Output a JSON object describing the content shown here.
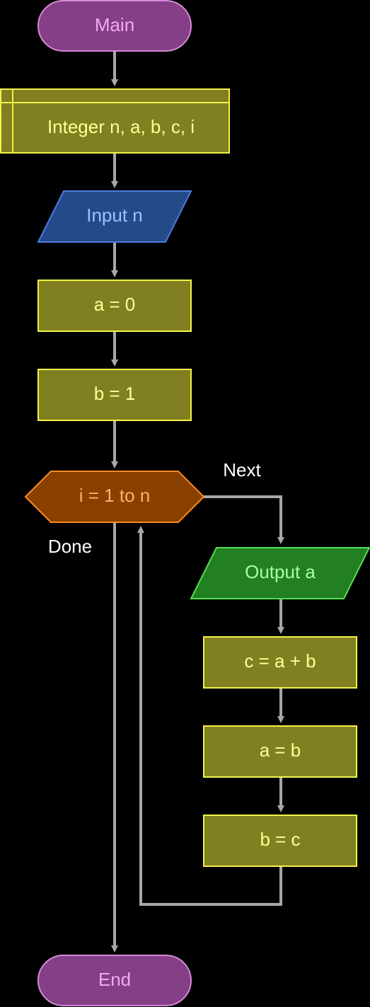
{
  "flowchart": {
    "start": "Main",
    "declare": "Integer n, a, b, c, i",
    "input": "Input n",
    "assign_a": "a = 0",
    "assign_b": "b = 1",
    "loop": "i = 1 to n",
    "next_label": "Next",
    "done_label": "Done",
    "output": "Output a",
    "assign_c": "c = a + b",
    "assign_a2": "a = b",
    "assign_b2": "b = c",
    "end": "End"
  },
  "colors": {
    "background": "#000000",
    "terminal_fill": "#843f86",
    "terminal_stroke": "#d68ad8",
    "terminal_text": "#f2a8f2",
    "process_fill": "#808020",
    "process_stroke": "#f2f24a",
    "process_text": "#ffff99",
    "input_fill": "#244a8a",
    "input_stroke": "#4f7ae0",
    "input_text": "#9fc2ff",
    "output_fill": "#227f22",
    "output_stroke": "#50e050",
    "output_text": "#a8ffa8",
    "loop_fill": "#894000",
    "loop_stroke": "#ff8a20",
    "loop_text": "#ffb070",
    "connector": "#a8a8a8",
    "label_text": "#ffffff"
  }
}
